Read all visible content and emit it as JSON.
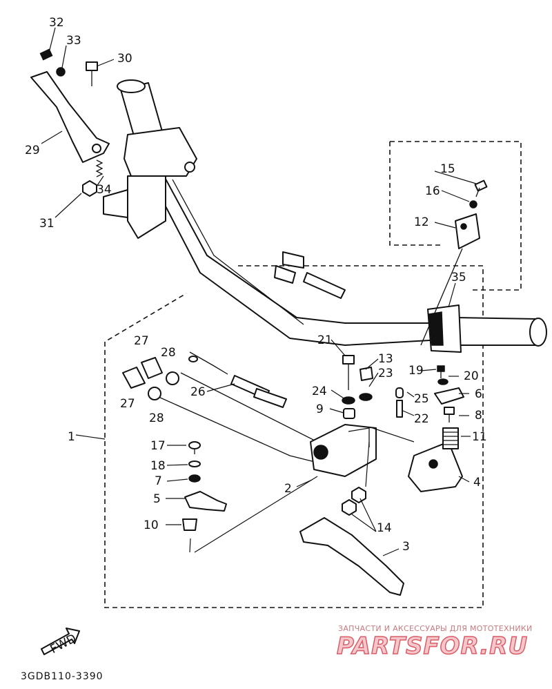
{
  "callouts": {
    "c1": "1",
    "c2": "2",
    "c3": "3",
    "c4": "4",
    "c5": "5",
    "c6": "6",
    "c7": "7",
    "c8": "8",
    "c9": "9",
    "c10": "10",
    "c11": "11",
    "c12": "12",
    "c13": "13",
    "c14": "14",
    "c15": "15",
    "c16": "16",
    "c17": "17",
    "c18": "18",
    "c19": "19",
    "c20": "20",
    "c21": "21",
    "c22": "22",
    "c23": "23",
    "c24": "24",
    "c25": "25",
    "c26": "26",
    "c27a": "27",
    "c27b": "27",
    "c28a": "28",
    "c28b": "28",
    "c29": "29",
    "c30": "30",
    "c31": "31",
    "c32": "32",
    "c33": "33",
    "c34": "34",
    "c35": "35"
  },
  "direction_marker": "FWD",
  "diagram_code": "3GDB110-3390",
  "watermark": {
    "caption": "ЗАПЧАСТИ И АКСЕССУАРЫ ДЛЯ МОТОТЕХНИКИ",
    "logo": "PARTSFOR.RU"
  }
}
